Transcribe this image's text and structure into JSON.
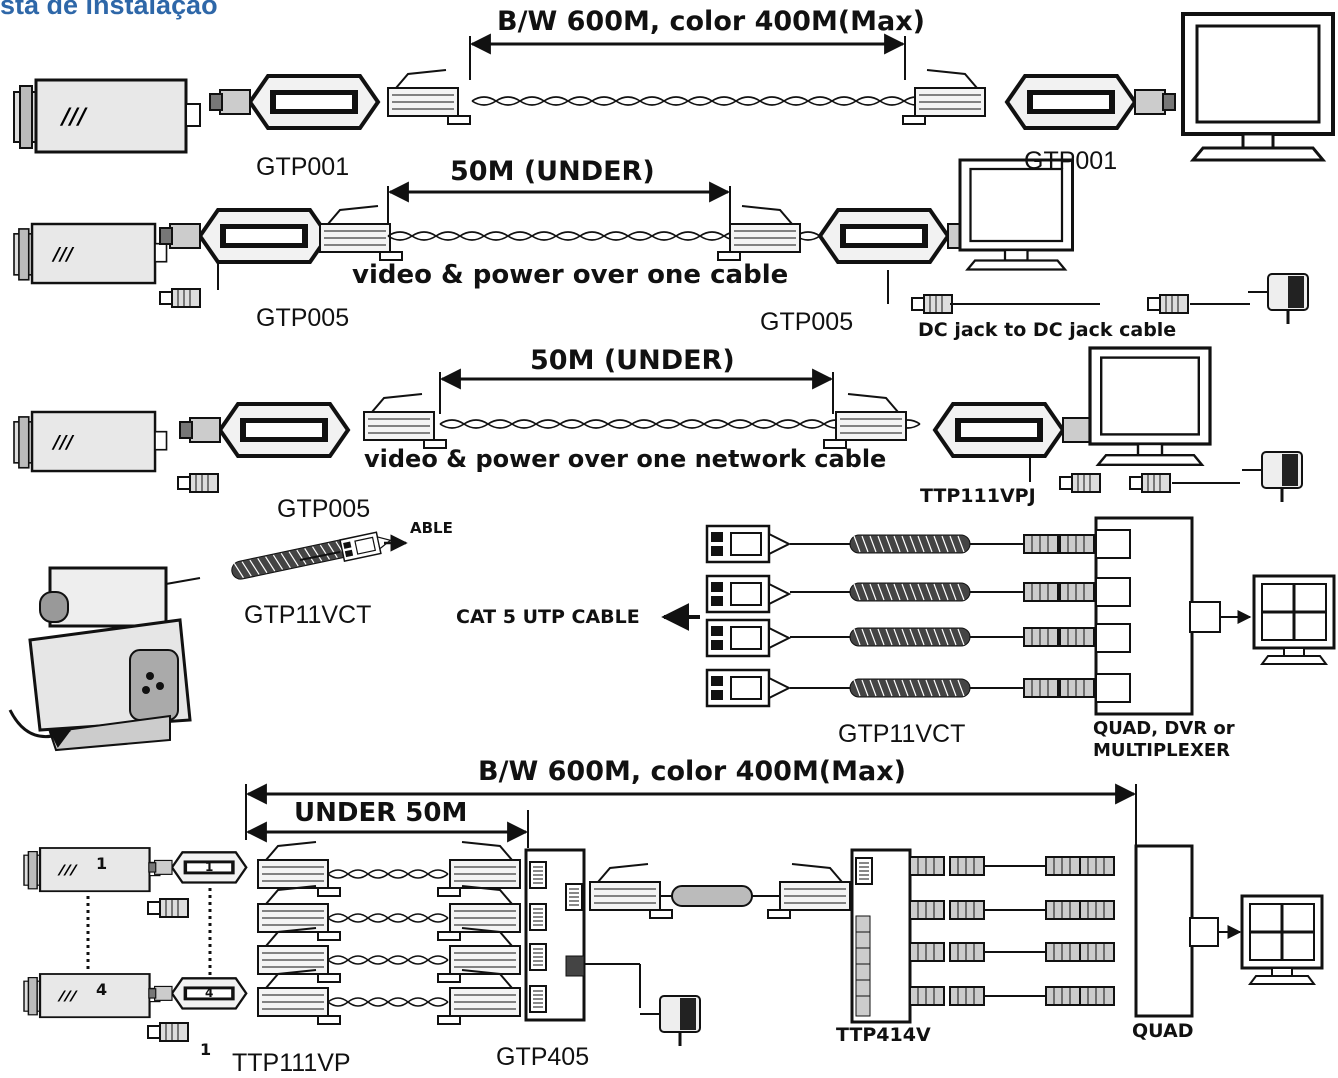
{
  "title": "sta de instalação",
  "colors": {
    "title": "#2e67a8",
    "line": "#111111"
  },
  "row1": {
    "distance": "B/W 600M, color 400M(Max)",
    "left_label": "GTP001",
    "right_label": "GTP001"
  },
  "row2": {
    "distance": "50M (UNDER)",
    "caption": "video & power over one cable",
    "left_label": "GTP005",
    "right_label": "GTP005",
    "dc_cable": "DC jack to DC jack cable"
  },
  "row3": {
    "distance": "50M (UNDER)",
    "caption": "video & power over one network cable",
    "left_label": "GTP005",
    "right_label": "TTP111VPJ"
  },
  "row4": {
    "cable_fragment": "ABLE",
    "ptz_label": "GTP11VCT",
    "cat5": "CAT 5  UTP  CABLE",
    "hub_label": "GTP11VCT",
    "quad_line1": "QUAD, DVR or",
    "quad_line2": "MULTIPLEXER"
  },
  "row5": {
    "distance": "B/W 600M, color 400M(Max)",
    "under": "UNDER 50M",
    "cam1": "1",
    "cam4": "4",
    "bal1": "1",
    "bal4": "4",
    "small_1": "1",
    "ttp111vp": "TTP111VP",
    "gtp405": "GTP405",
    "ttp414v": "TTP414V",
    "quad": "QUAD"
  },
  "icons": [
    "camera-icon",
    "balun-icon",
    "rj45-plug-icon",
    "monitor-icon",
    "power-adapter-icon",
    "ptz-camera-icon",
    "quad-monitor-icon"
  ]
}
